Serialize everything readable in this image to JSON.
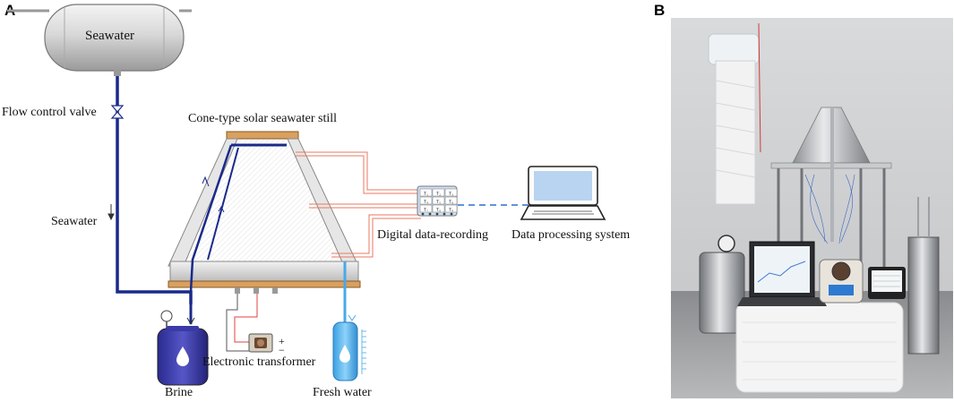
{
  "panels": {
    "a": "A",
    "b": "B"
  },
  "labels": {
    "seawater_tank": "Seawater",
    "flow_valve": "Flow control  valve",
    "still": "Cone-type solar seawater still",
    "seawater_line": "Seawater",
    "recorder": "Digital data-recording",
    "processing": "Data processing system",
    "transformer": "Electronic transformer",
    "brine": "Brine",
    "fresh_water": "Fresh water",
    "plus": "+",
    "minus": "−"
  },
  "recorder_channels": [
    "T₁",
    "T₂",
    "T₃",
    "T₄",
    "T₅",
    "T₆",
    "T₇",
    "T₈",
    "T₉"
  ],
  "colors": {
    "seawater_pipe": "#1a2a8a",
    "fresh_pipe": "#4aa8e8",
    "frame": "#8a8a8a",
    "wood": "#d9a060",
    "thermocouple": "#e87a60",
    "brine_tank": "#3a3aa8",
    "fresh_tank": "#5ab8ee",
    "laptop_screen": "#b8d4f0"
  }
}
